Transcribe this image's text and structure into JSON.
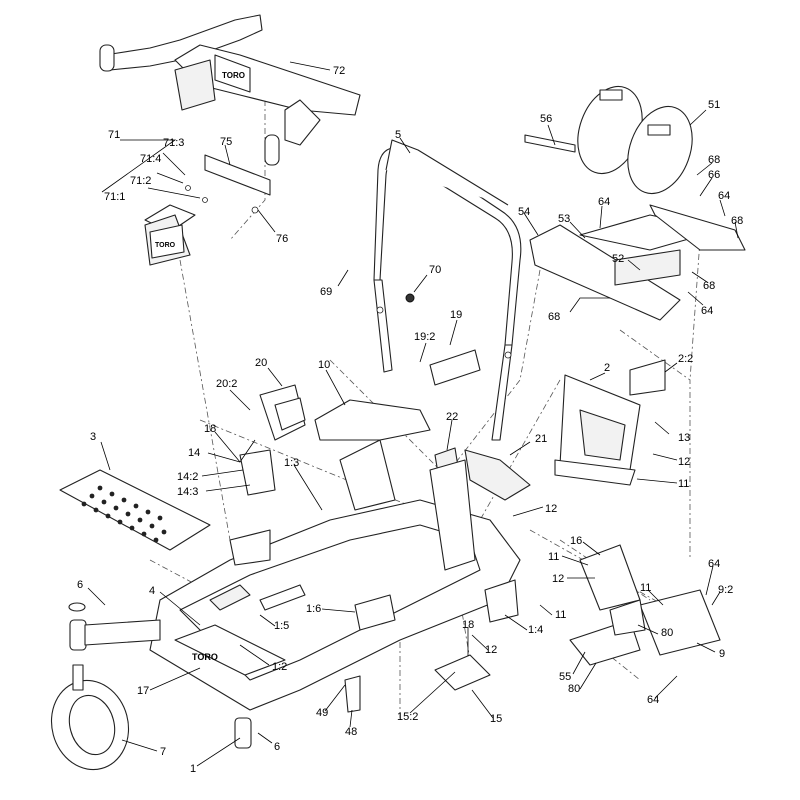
{
  "diagram": {
    "callouts": {
      "c72": "72",
      "c71": "71",
      "c71_3": "71:3",
      "c71_4": "71:4",
      "c71_2": "71:2",
      "c71_1": "71:1",
      "c75": "75",
      "c76": "76",
      "c5": "5",
      "c56": "56",
      "c51": "51",
      "c68a": "68",
      "c66": "66",
      "c64a": "64",
      "c68b": "68",
      "c54": "54",
      "c53": "53",
      "c64b": "64",
      "c52": "52",
      "c68c": "68",
      "c64c": "64",
      "c68d": "68",
      "c69": "69",
      "c70": "70",
      "c19": "19",
      "c19_2": "19:2",
      "c20": "20",
      "c10": "10",
      "c20_2": "20:2",
      "c2": "2",
      "c2_2": "2:2",
      "c3": "3",
      "c18a": "18",
      "c22": "22",
      "c21": "21",
      "c13": "13",
      "c12a": "12",
      "c11a": "11",
      "c14": "14",
      "c14_2": "14:2",
      "c14_3": "14:3",
      "c1_3": "1:3",
      "c12b": "12",
      "c16": "16",
      "c11b": "11",
      "c12c": "12",
      "c64d": "64",
      "c9_2": "9:2",
      "c6a": "6",
      "c4": "4",
      "c1_6": "1:6",
      "c11c": "11",
      "c11d": "11",
      "c80a": "80",
      "c1_5": "1:5",
      "c1_4": "1:4",
      "c18b": "18",
      "c9": "9",
      "c1_2": "1:2",
      "c12d": "12",
      "c55": "55",
      "c80b": "80",
      "c17": "17",
      "c7": "7",
      "c49": "49",
      "c48": "48",
      "c15_2": "15:2",
      "c15": "15",
      "c64e": "64",
      "c6b": "6",
      "c1": "1"
    },
    "decal_text": "TORO"
  }
}
